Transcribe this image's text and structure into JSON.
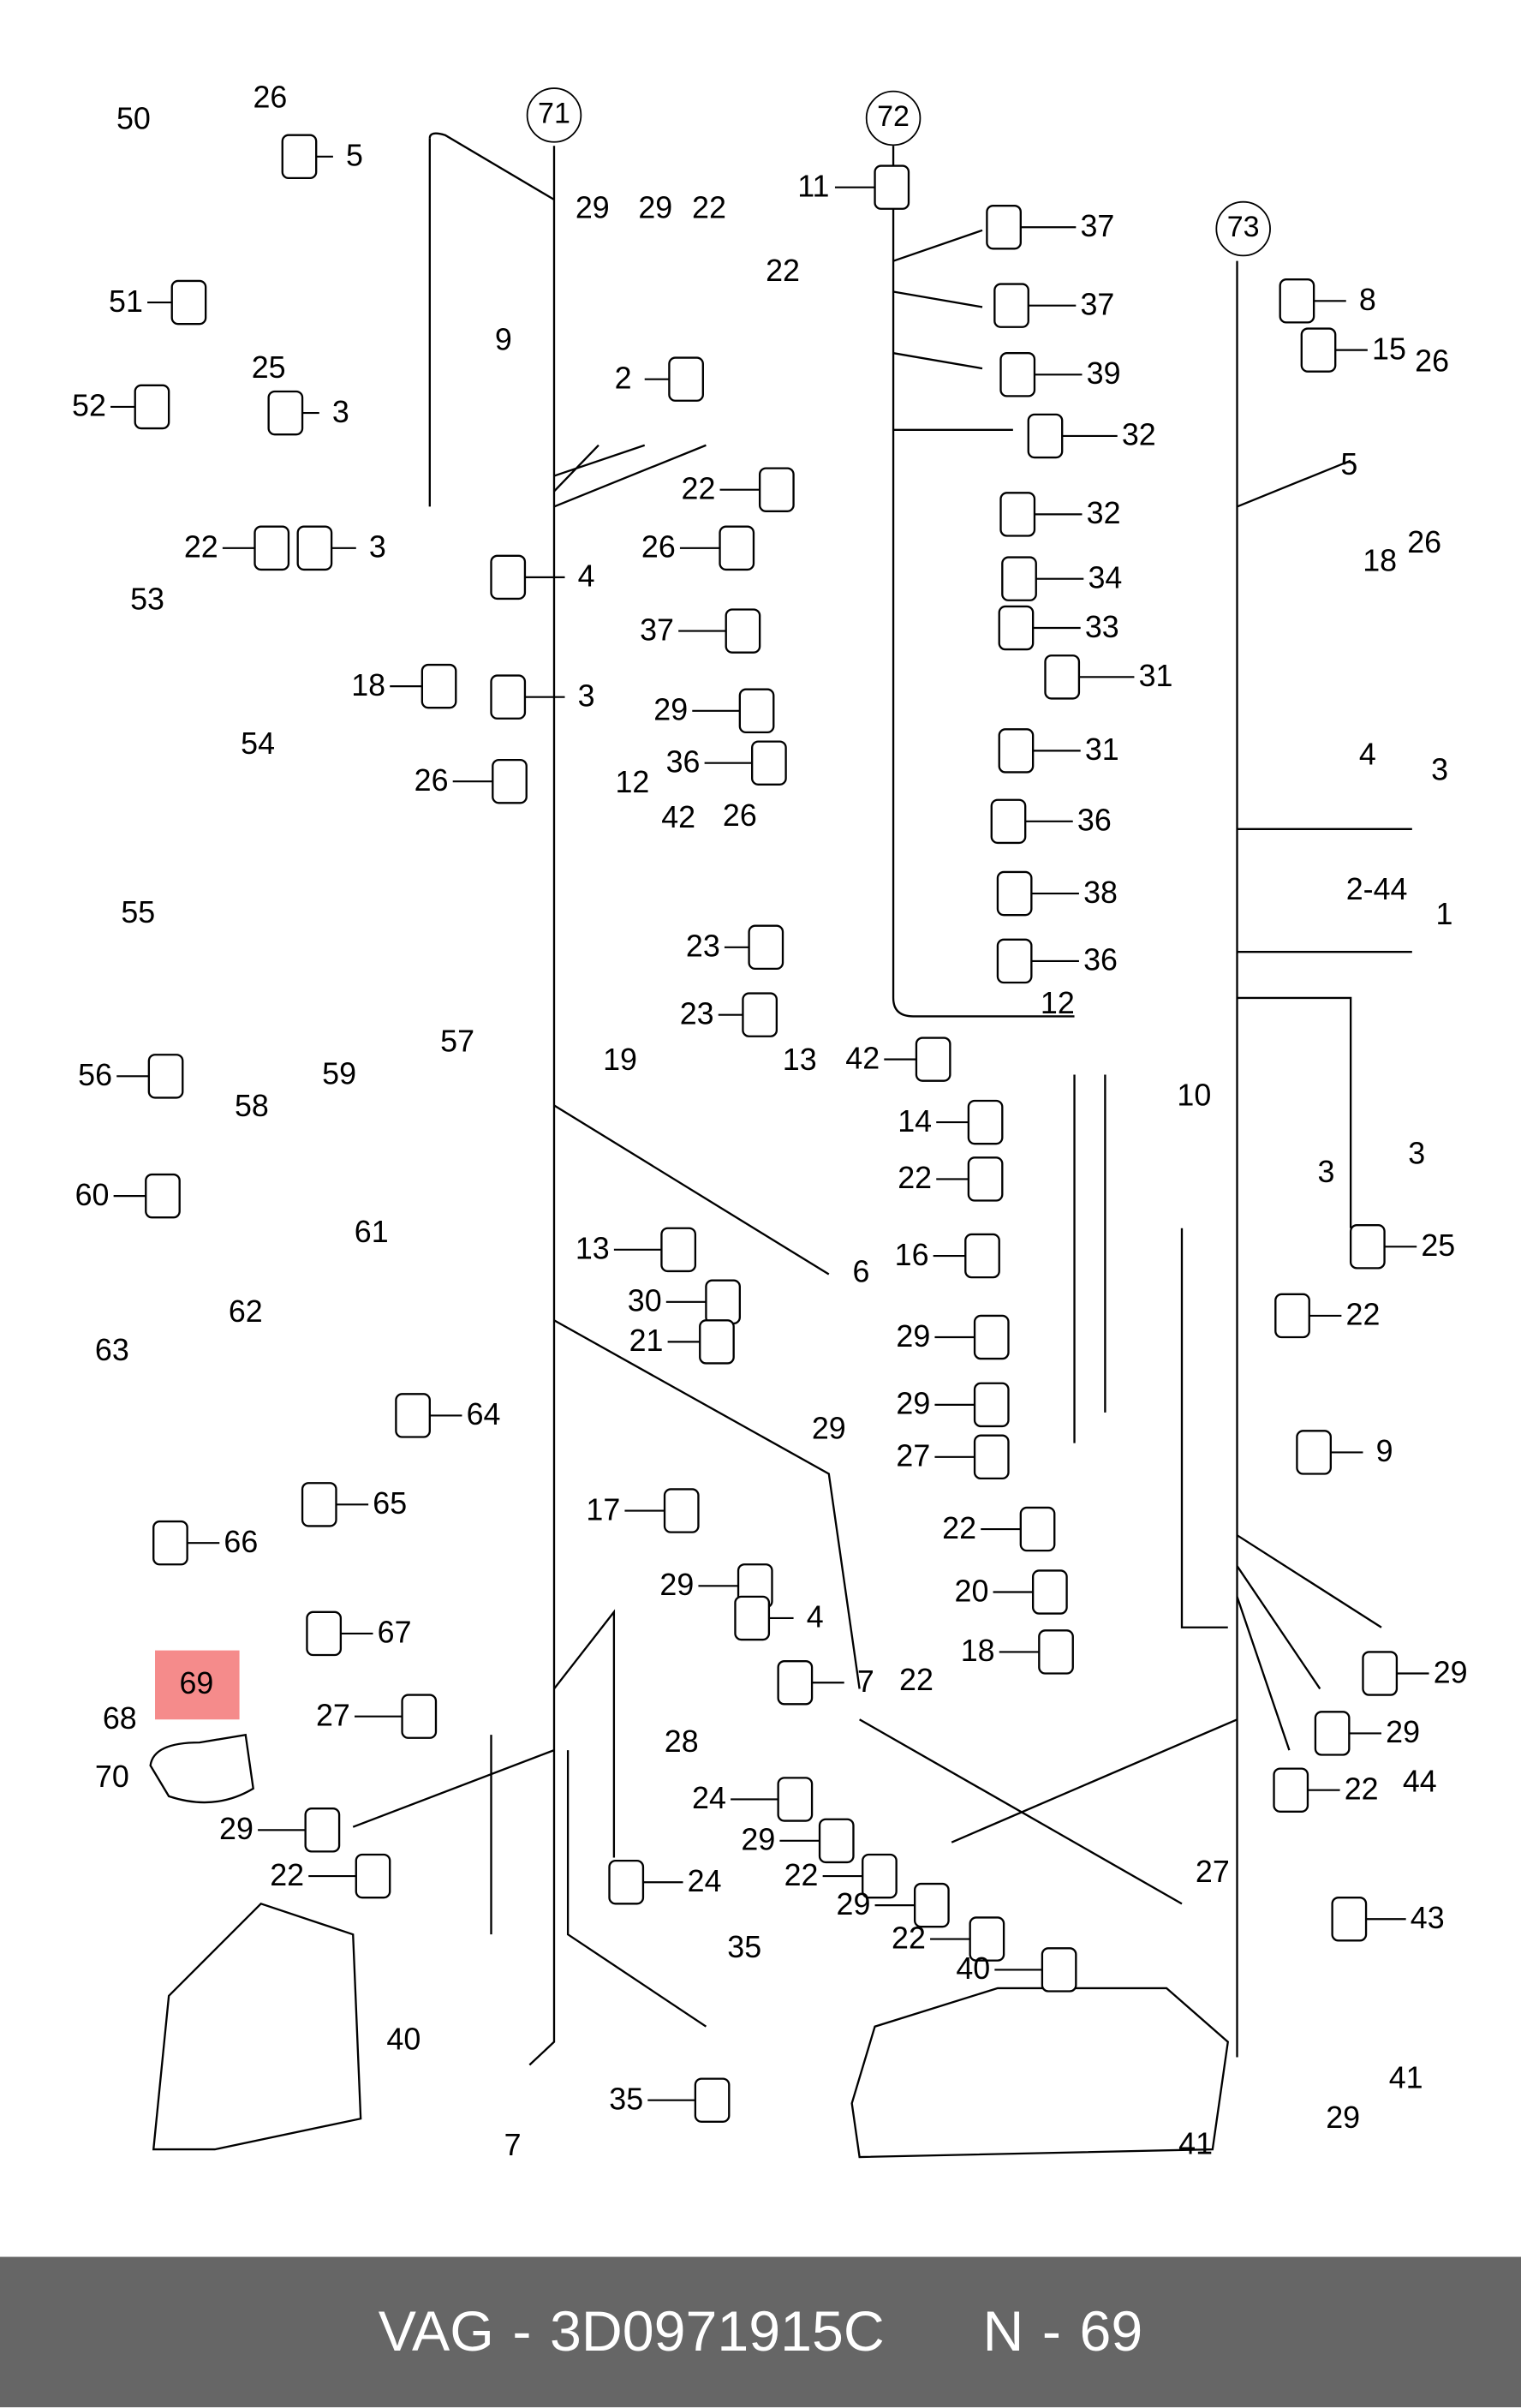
{
  "diagram": {
    "harness_markers": [
      "71",
      "72",
      "73"
    ],
    "callouts": [
      "50",
      "26",
      "5",
      "51",
      "52",
      "25",
      "3",
      "22",
      "3",
      "53",
      "18",
      "54",
      "55",
      "56",
      "57",
      "58",
      "59",
      "60",
      "61",
      "62",
      "63",
      "64",
      "65",
      "66",
      "67",
      "68",
      "69",
      "70",
      "29",
      "29",
      "22",
      "9",
      "2",
      "4",
      "3",
      "26",
      "12",
      "42",
      "19",
      "13",
      "6",
      "13",
      "30",
      "21",
      "29",
      "17",
      "29",
      "4",
      "22",
      "7",
      "28",
      "27",
      "29",
      "22",
      "24",
      "40",
      "35",
      "35",
      "7",
      "11",
      "22",
      "22",
      "26",
      "37",
      "29",
      "36",
      "26",
      "23",
      "23",
      "42",
      "14",
      "22",
      "16",
      "29",
      "29",
      "27",
      "22",
      "20",
      "18",
      "37",
      "37",
      "39",
      "32",
      "32",
      "34",
      "33",
      "31",
      "31",
      "36",
      "38",
      "36",
      "12",
      "10",
      "8",
      "15",
      "26",
      "5",
      "18",
      "26",
      "4",
      "3",
      "2-44",
      "1",
      "3",
      "3",
      "25",
      "22",
      "9",
      "29",
      "29",
      "22",
      "44",
      "43",
      "41",
      "29",
      "41",
      "27",
      "24",
      "29",
      "22",
      "29",
      "22",
      "40"
    ],
    "highlighted_callout": "69",
    "highlight_color": "#f58b8b"
  },
  "footer": {
    "brand": "VAG",
    "separator": "-",
    "part_number": "3D0971915C",
    "position_label": "N",
    "position_number": "69",
    "background": "#666666"
  }
}
